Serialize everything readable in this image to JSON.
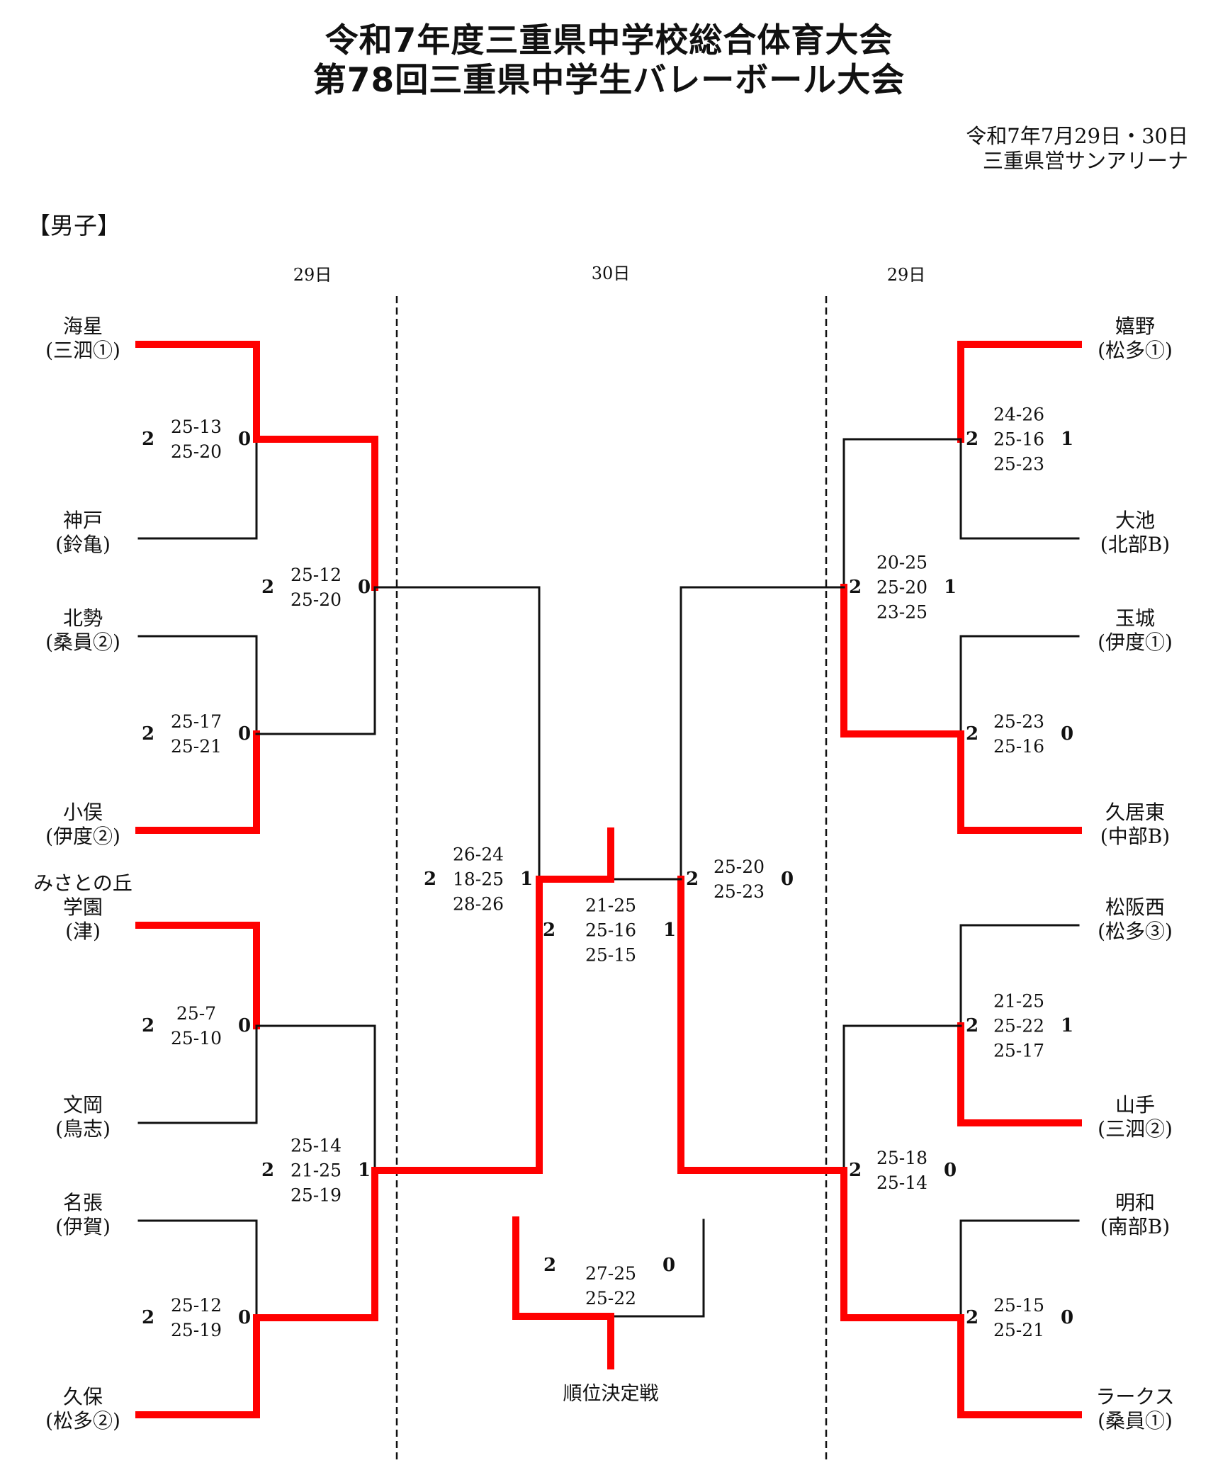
{
  "header": {
    "title_line1": "令和7年度三重県中学校総合体育大会",
    "title_line2": "第78回三重県中学生バレーボール大会",
    "date": "令和7年7月29日・30日",
    "venue": "三重県営サンアリーナ"
  },
  "section_label": "【男子】",
  "days": {
    "left": "29日",
    "center": "30日",
    "right": "29日"
  },
  "colors": {
    "winner_line": "#ff0000",
    "loser_line": "#111111"
  },
  "left_teams": [
    {
      "name": "海星",
      "region": "(三泗①)"
    },
    {
      "name": "神戸",
      "region": "(鈴亀)"
    },
    {
      "name": "北勢",
      "region": "(桑員②)"
    },
    {
      "name": "小俣",
      "region": "(伊度②)"
    },
    {
      "name": "みさとの丘\n学園",
      "region": "(津)"
    },
    {
      "name": "文岡",
      "region": "(鳥志)"
    },
    {
      "name": "名張",
      "region": "(伊賀)"
    },
    {
      "name": "久保",
      "region": "(松多②)"
    }
  ],
  "right_teams": [
    {
      "name": "嬉野",
      "region": "(松多①)"
    },
    {
      "name": "大池",
      "region": "(北部B)"
    },
    {
      "name": "玉城",
      "region": "(伊度①)"
    },
    {
      "name": "久居東",
      "region": "(中部B)"
    },
    {
      "name": "松阪西",
      "region": "(松多③)"
    },
    {
      "name": "山手",
      "region": "(三泗②)"
    },
    {
      "name": "明和",
      "region": "(南部B)"
    },
    {
      "name": "ラークス",
      "region": "(桑員①)"
    }
  ],
  "matches": {
    "left_r1": [
      {
        "winner": "top",
        "sets_a": "2",
        "sets_b": "0",
        "scores": [
          "25-13",
          "25-20"
        ]
      },
      {
        "winner": "bottom",
        "sets_a": "2",
        "sets_b": "0",
        "scores": [
          "25-17",
          "25-21"
        ]
      },
      {
        "winner": "top",
        "sets_a": "2",
        "sets_b": "0",
        "scores": [
          "25-7",
          "25-10"
        ]
      },
      {
        "winner": "bottom",
        "sets_a": "2",
        "sets_b": "0",
        "scores": [
          "25-12",
          "25-19"
        ]
      }
    ],
    "left_r2": [
      {
        "winner": "top",
        "sets_a": "2",
        "sets_b": "0",
        "scores": [
          "25-12",
          "25-20"
        ]
      },
      {
        "winner": "bottom",
        "sets_a": "2",
        "sets_b": "1",
        "scores": [
          "25-14",
          "21-25",
          "25-19"
        ]
      }
    ],
    "left_sf": {
      "winner": "bottom",
      "sets_a": "2",
      "sets_b": "1",
      "scores": [
        "26-24",
        "18-25",
        "28-26"
      ]
    },
    "right_r1": [
      {
        "winner": "top",
        "sets_a": "2",
        "sets_b": "1",
        "scores": [
          "24-26",
          "25-16",
          "25-23"
        ]
      },
      {
        "winner": "bottom",
        "sets_a": "2",
        "sets_b": "0",
        "scores": [
          "25-23",
          "25-16"
        ]
      },
      {
        "winner": "bottom",
        "sets_a": "2",
        "sets_b": "1",
        "scores": [
          "21-25",
          "25-22",
          "25-17"
        ]
      },
      {
        "winner": "bottom",
        "sets_a": "2",
        "sets_b": "0",
        "scores": [
          "25-15",
          "25-21"
        ]
      }
    ],
    "right_r2": [
      {
        "winner": "bottom",
        "sets_a": "2",
        "sets_b": "1",
        "scores": [
          "20-25",
          "25-20",
          "23-25"
        ]
      },
      {
        "winner": "bottom",
        "sets_a": "2",
        "sets_b": "0",
        "scores": [
          "25-18",
          "25-14"
        ]
      }
    ],
    "right_sf": {
      "winner": "bottom",
      "sets_a": "2",
      "sets_b": "0",
      "scores": [
        "25-20",
        "25-23"
      ]
    },
    "final": {
      "winner": "left",
      "sets_a": "2",
      "sets_b": "1",
      "scores": [
        "21-25",
        "25-16",
        "25-15"
      ]
    },
    "placement": {
      "winner": "left",
      "sets_a": "2",
      "sets_b": "0",
      "scores": [
        "27-25",
        "25-22"
      ],
      "label": "順位決定戦"
    }
  }
}
